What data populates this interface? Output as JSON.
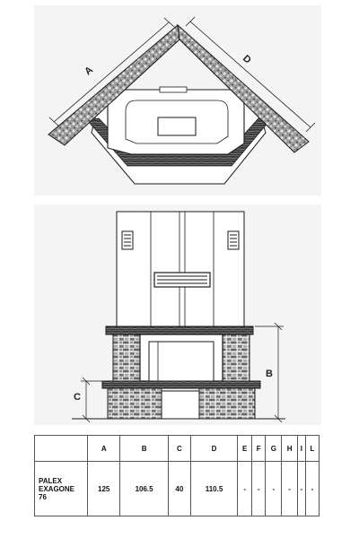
{
  "dimension_labels": {
    "a": "A",
    "b": "B",
    "c": "C",
    "d": "D"
  },
  "spec_table": {
    "columns": [
      "A",
      "B",
      "C",
      "D",
      "E",
      "F",
      "G",
      "H",
      "I",
      "L"
    ],
    "rows": [
      {
        "model": "PALEX\nEXAGONE\n76",
        "values": [
          "125",
          "106.5",
          "40",
          "110.5",
          "-",
          "-",
          "-",
          "-",
          "-",
          "-"
        ]
      }
    ]
  },
  "colors": {
    "stone": "#8c8c8c",
    "wood": "#3a3a3a",
    "line": "#1a1a1a",
    "paper": "#f4f4f4"
  }
}
